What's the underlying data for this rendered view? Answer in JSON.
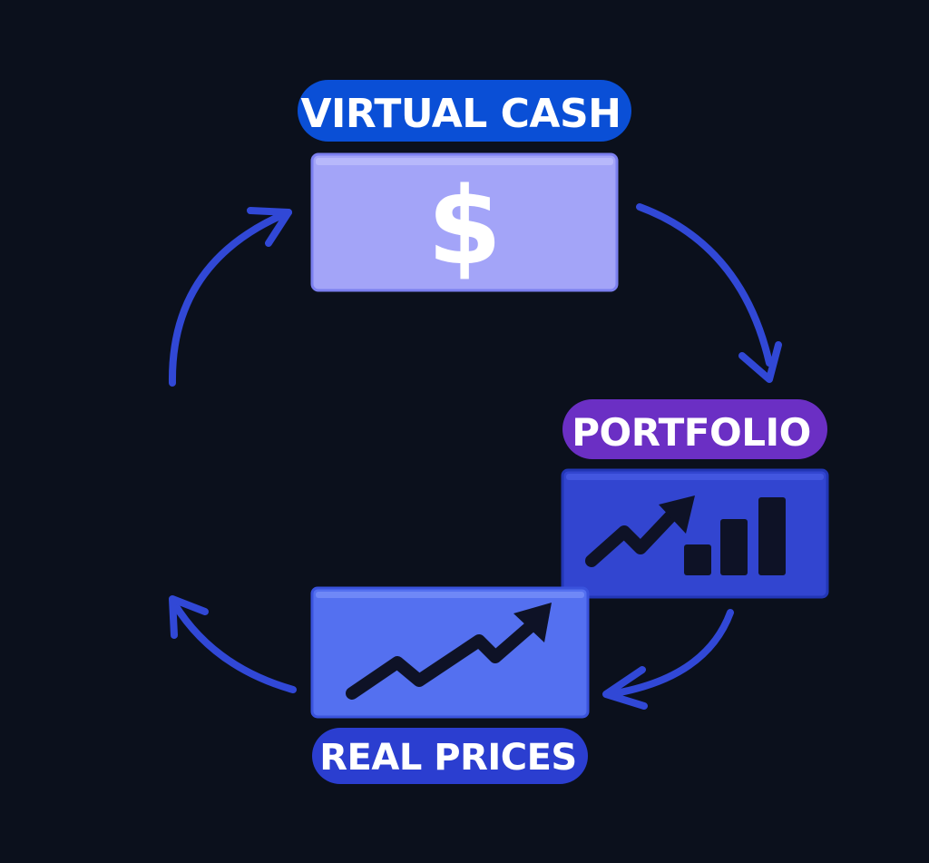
{
  "nodes": {
    "virtual_cash": {
      "label": "VIRTUAL CASH",
      "icon": "dollar-icon",
      "symbol": "$",
      "pill_color": "#0a4fd6",
      "card_color": "#a3a4f8"
    },
    "portfolio": {
      "label": "PORTFOLIO",
      "icon": "growth-bar-chart-icon",
      "pill_color": "#6b2fc4",
      "card_color": "#3245d0"
    },
    "real_prices": {
      "label": "REAL PRICES",
      "icon": "trend-up-icon",
      "pill_color": "#2b3ed0",
      "card_color": "#5470f0"
    }
  },
  "colors": {
    "background": "#0b101c",
    "arrow": "#3148d6",
    "icon_dark": "#0e1226"
  }
}
